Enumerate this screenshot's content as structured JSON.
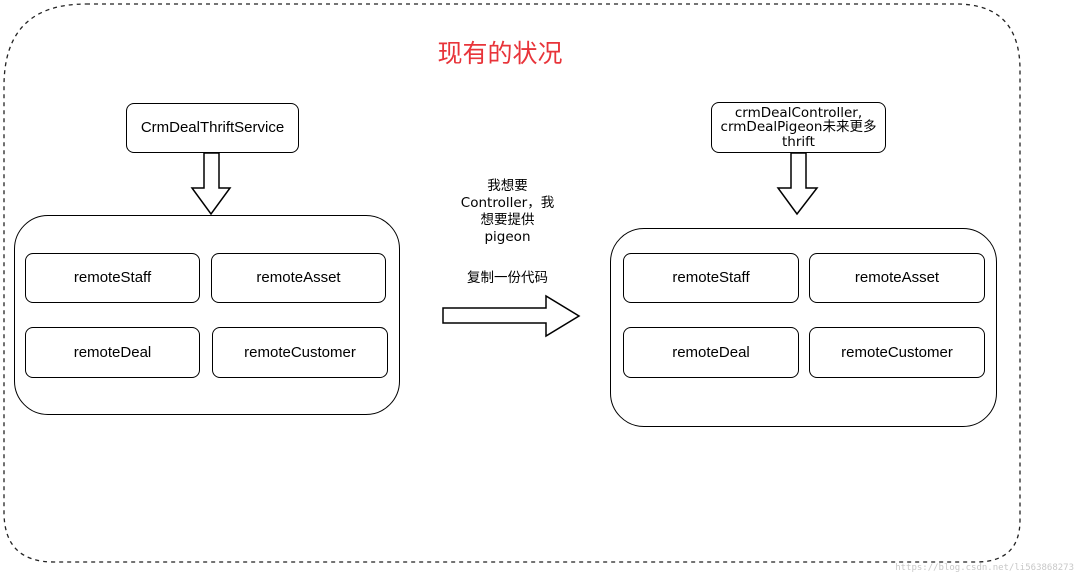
{
  "title": "现有的状况",
  "left": {
    "top_box": "CrmDealThriftService",
    "modules": [
      "remoteStaff",
      "remoteAsset",
      "remoteDeal",
      "remoteCustomer"
    ]
  },
  "middle": {
    "text": "我想要\nController，我\n想要提供\npigeon",
    "copy_text": "复制一份代码"
  },
  "right": {
    "top_box": "crmDealController,\ncrmDealPigeon未来更多\nthrift",
    "modules": [
      "remoteStaff",
      "remoteAsset",
      "remoteDeal",
      "remoteCustomer"
    ]
  },
  "watermark": "https://blog.csdn.net/li563868273"
}
